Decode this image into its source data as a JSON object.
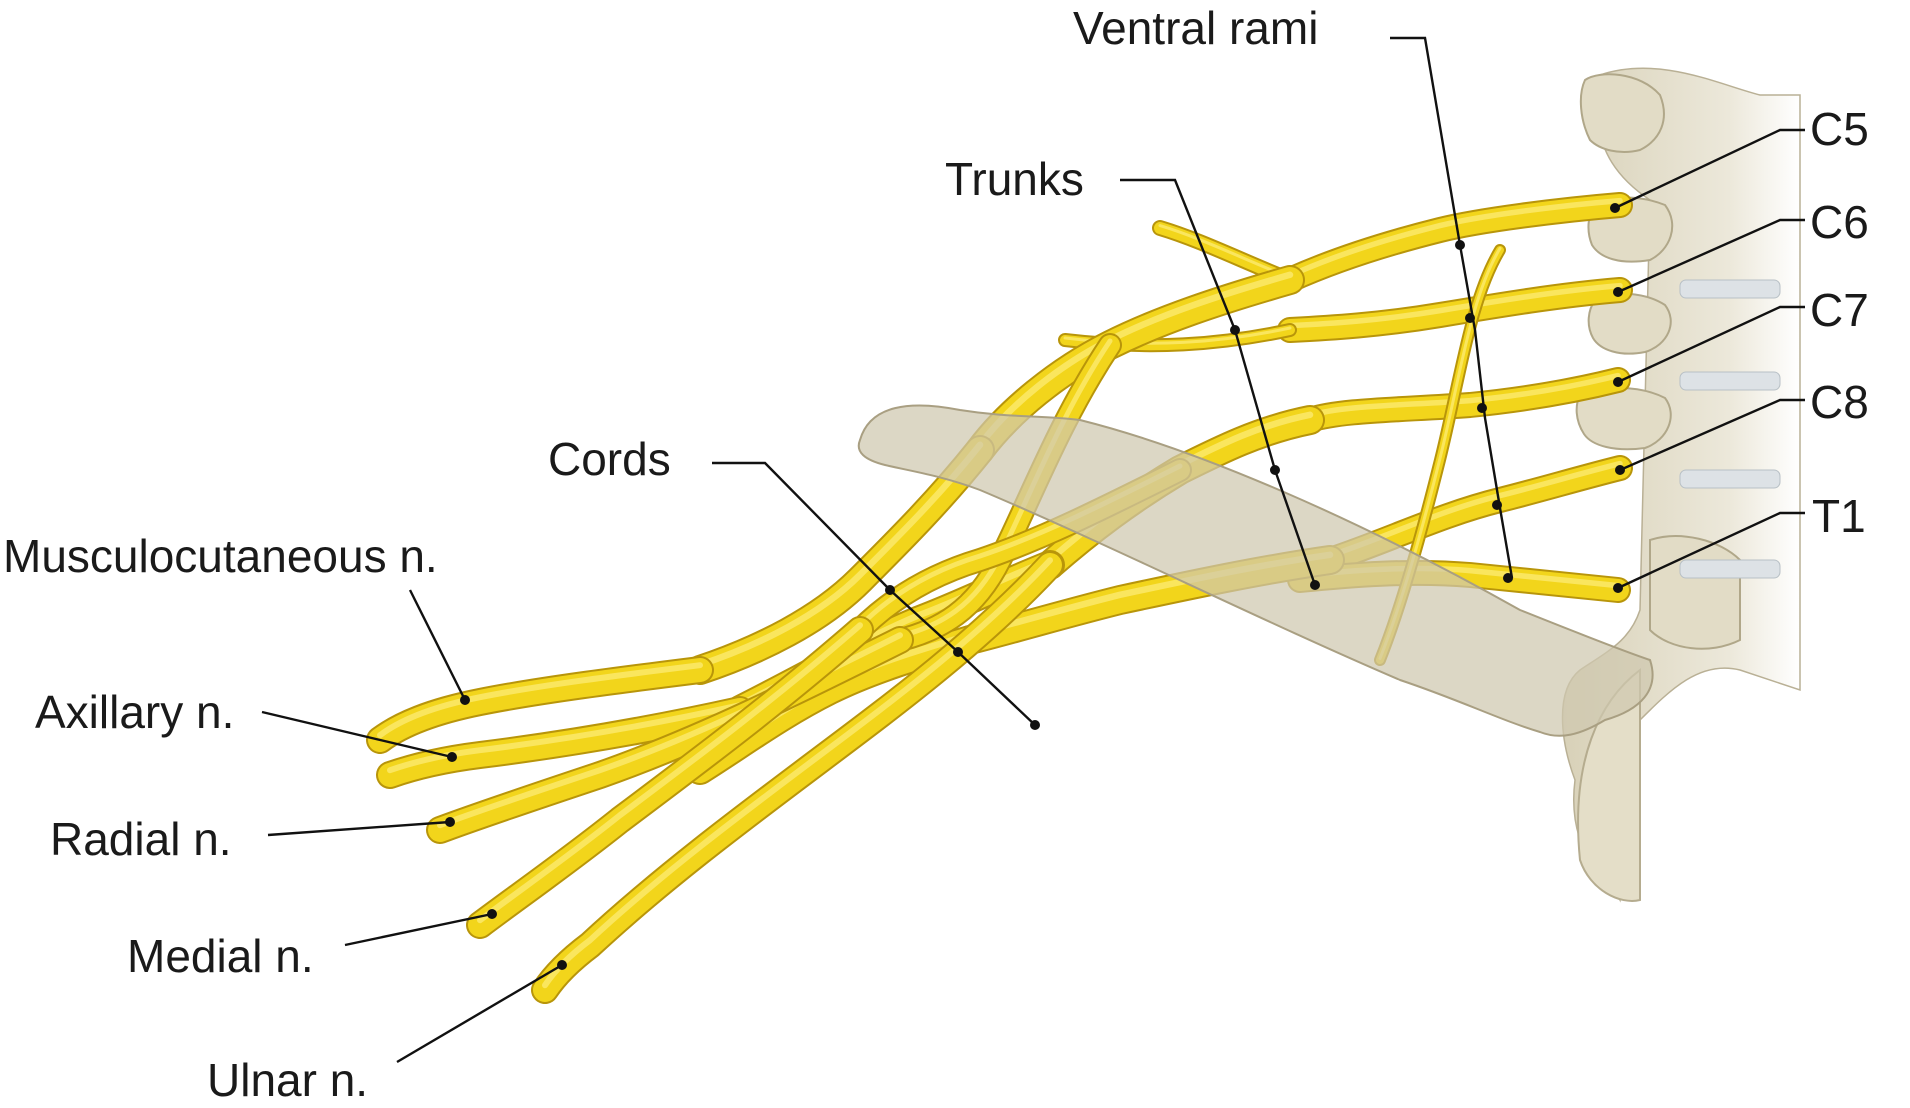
{
  "labels": {
    "ventral_rami": "Ventral rami",
    "trunks": "Trunks",
    "cords": "Cords",
    "c5": "C5",
    "c6": "C6",
    "c7": "C7",
    "c8": "C8",
    "t1": "T1",
    "musculocutaneous": "Musculocutaneous n.",
    "axillary": "Axillary n.",
    "radial": "Radial n.",
    "medial": "Medial n.",
    "ulnar": "Ulnar n."
  },
  "colors": {
    "nerve_fill": "#f2d51b",
    "nerve_edge": "#b8950a",
    "nerve_highlight": "#fbe96a",
    "bone_fill": "#e6e1cf",
    "bone_edge": "#b7ae95",
    "clavicle_fill": "#d9d1bb",
    "disc_fill": "#dde2e6",
    "leader_line": "#111111"
  }
}
